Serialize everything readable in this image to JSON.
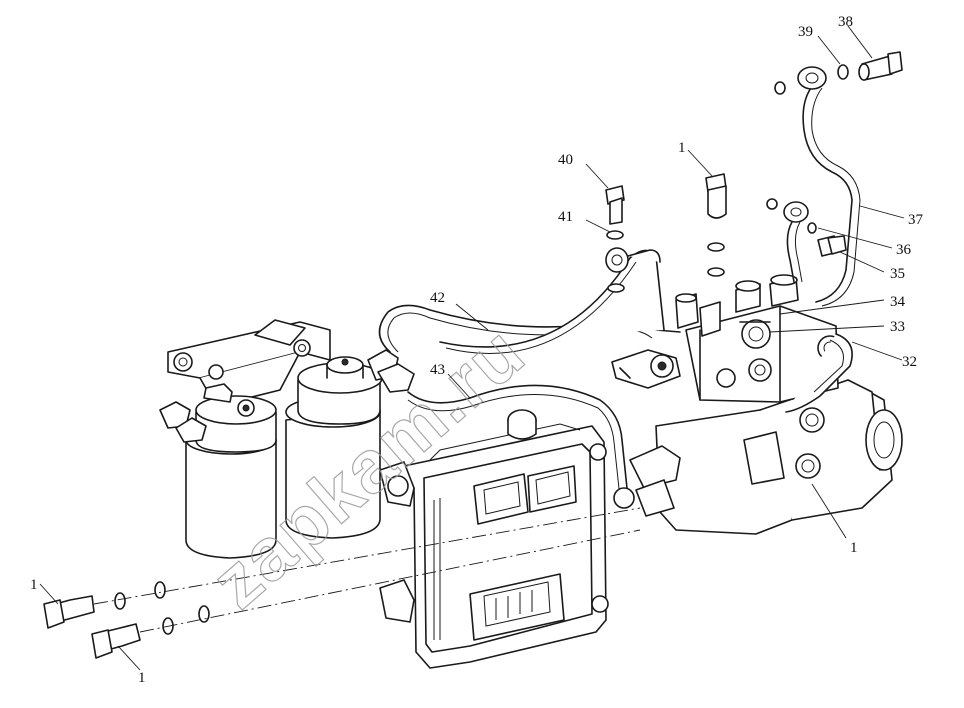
{
  "watermark": "zapkam.ru",
  "callouts": [
    {
      "id": "c38",
      "label": "38"
    },
    {
      "id": "c39",
      "label": "39"
    },
    {
      "id": "c1-top",
      "label": "1"
    },
    {
      "id": "c40",
      "label": "40"
    },
    {
      "id": "c41",
      "label": "41"
    },
    {
      "id": "c37",
      "label": "37"
    },
    {
      "id": "c36",
      "label": "36"
    },
    {
      "id": "c35",
      "label": "35"
    },
    {
      "id": "c34",
      "label": "34"
    },
    {
      "id": "c33",
      "label": "33"
    },
    {
      "id": "c32",
      "label": "32"
    },
    {
      "id": "c42",
      "label": "42"
    },
    {
      "id": "c43",
      "label": "43"
    },
    {
      "id": "c1-pump",
      "label": "1"
    },
    {
      "id": "c1-left-a",
      "label": "1"
    },
    {
      "id": "c1-left-b",
      "label": "1"
    }
  ]
}
